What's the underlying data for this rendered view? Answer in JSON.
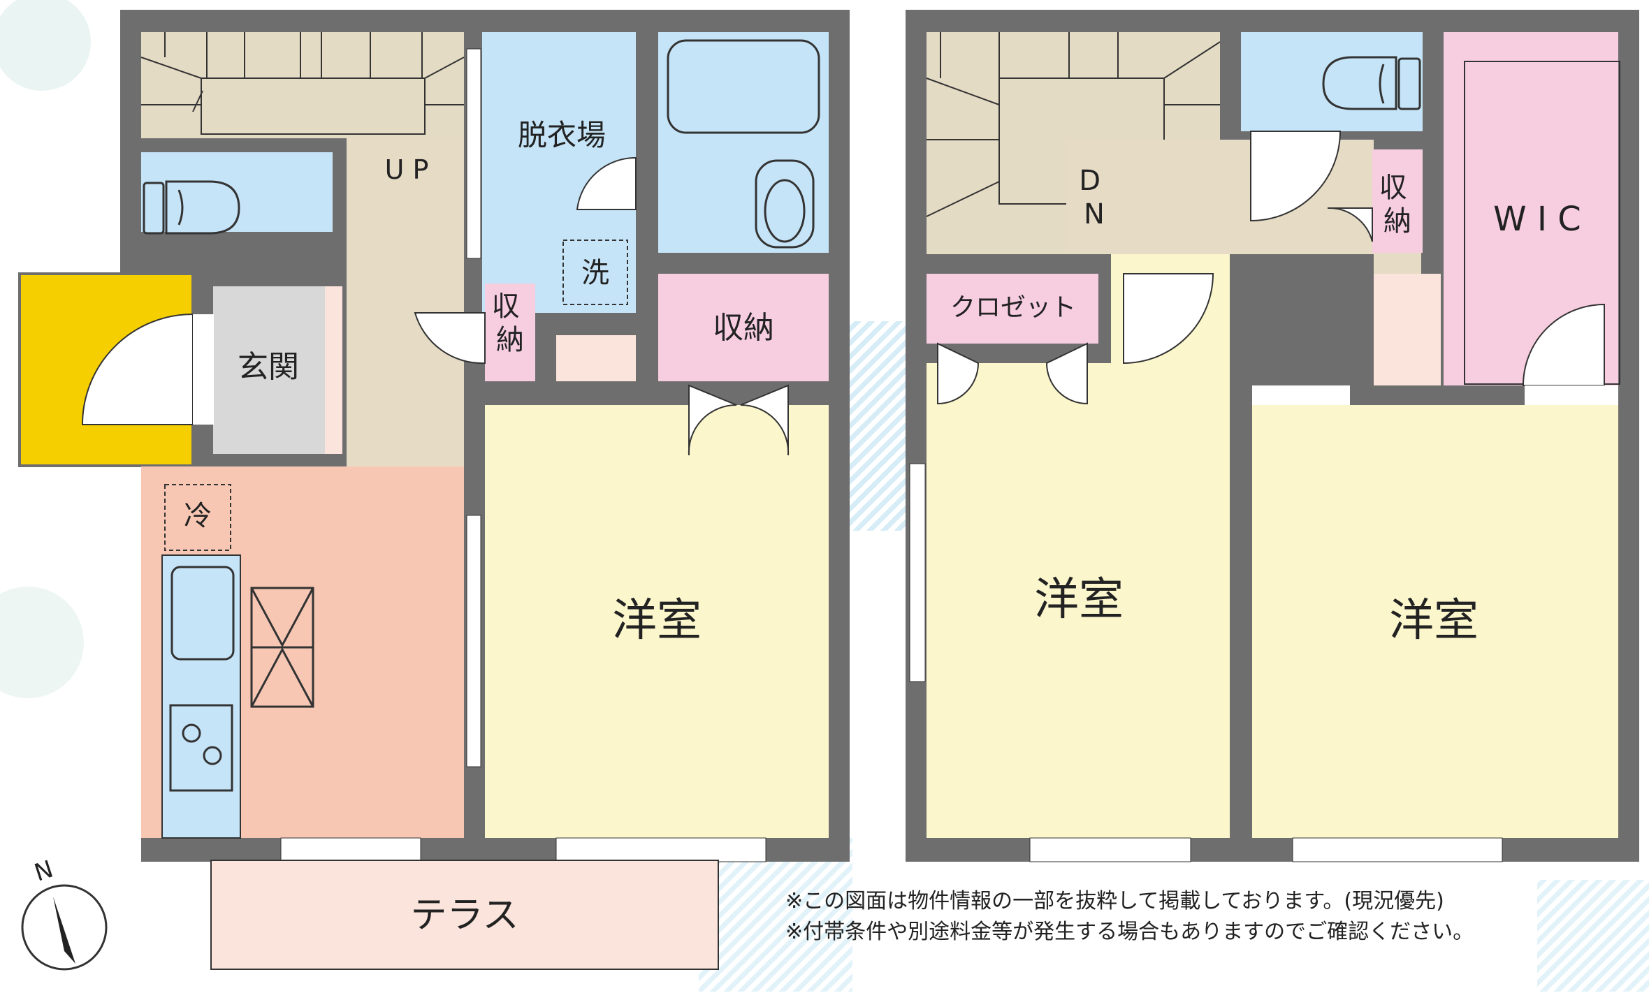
{
  "ground_floor": {
    "rooms": {
      "stair_up": "U P",
      "dressing": "脱衣場",
      "washer": "洗",
      "storage_small": "収\n納",
      "storage": "収納",
      "entrance": "玄関",
      "fridge": "冷",
      "western_room": "洋室",
      "terrace": "テラス"
    }
  },
  "upper_floor": {
    "rooms": {
      "stair_down": "D\nN",
      "storage_small": "収\n納",
      "wic": "W I C",
      "closet": "クロゼット",
      "western_room_1": "洋室",
      "western_room_2": "洋室"
    }
  },
  "notes": [
    "※この図面は物件情報の一部を抜粋して掲載しております。(現況優先)",
    "※付帯条件や別途料金等が発生する場合もありますのでご確認ください。"
  ],
  "compass": {
    "label": "N"
  },
  "colors": {
    "wall": "#6e6e6e",
    "hall": "#e6dcc6",
    "stair": "#e4dbc5",
    "water": "#c6e4f7",
    "storage": "#f7cde0",
    "room": "#fbf6cc",
    "ldk": "#f7c7b4",
    "entry_tile": "#d8d8d8",
    "porch": "#f6cf00",
    "terrace": "#fbe4dc"
  }
}
